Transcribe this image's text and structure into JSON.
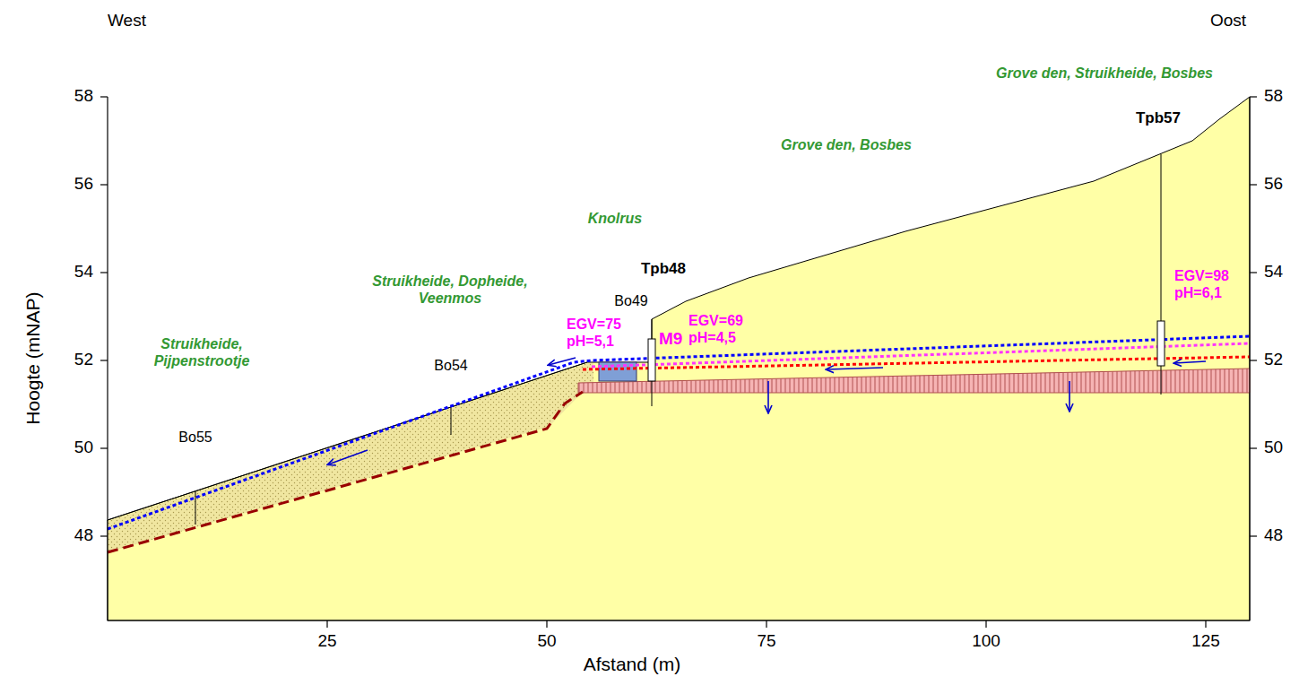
{
  "diagram": {
    "labels": [
      "West",
      "Oost",
      "58",
      "56",
      "54",
      "52",
      "50",
      "48",
      "58",
      "56",
      "54",
      "52",
      "50",
      "48",
      "25",
      "50",
      "75",
      "100",
      "125",
      "Hoogte (mNAP)",
      "Afstand (m)",
      "Grove den, Struikheide, Bosbes",
      "Grove den, Bosbes",
      "Knolrus",
      "Struikheide, Dopheide, Veenmos",
      "Struikheide, Pijpenstrootje",
      "Tpb48",
      "Bo49",
      "Bo54",
      "Bo55",
      "Tpb57",
      "EGV=75 pH=5,1",
      "EGV=69 pH=4,5",
      "M9",
      "EGV=98 pH=6,1"
    ]
  }
}
